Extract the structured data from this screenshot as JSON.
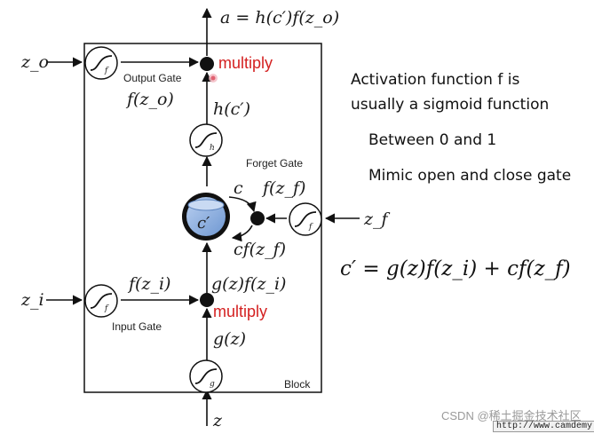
{
  "diagram": {
    "top_output": "a = h(c′)f(z_o)",
    "inputs": {
      "zo": "z_o",
      "zi": "z_i",
      "zf": "z_f",
      "z": "z"
    },
    "gate_labels": {
      "output": "Output Gate",
      "input": "Input Gate",
      "forget": "Forget Gate"
    },
    "block_label": "Block",
    "multiply_label": "multiply",
    "cell_label": "c′",
    "activation_glyphs": {
      "f": "f",
      "h": "h",
      "g": "g"
    },
    "expressions": {
      "f_zo": "f(z_o)",
      "h_c": "h(c′)",
      "c": "c",
      "f_zf": "f(z_f)",
      "cf_zf": "cf(z_f)",
      "f_zi": "f(z_i)",
      "g_f": "g(z)f(z_i)",
      "g_z": "g(z)"
    }
  },
  "notes": {
    "line1": "Activation function f is",
    "line2": "usually a sigmoid function",
    "line3": "Between 0 and 1",
    "line4": "Mimic open and close gate"
  },
  "formula": "c′ = g(z)f(z_i) + cf(z_f)",
  "watermarks": {
    "csdn": "CSDN @稀土掘金技术社区",
    "url": "http://www.camdemy.com"
  },
  "colors": {
    "cell_fill": "#8fb3e0",
    "multiply_text": "#d42020",
    "cursor": "#e06070"
  }
}
